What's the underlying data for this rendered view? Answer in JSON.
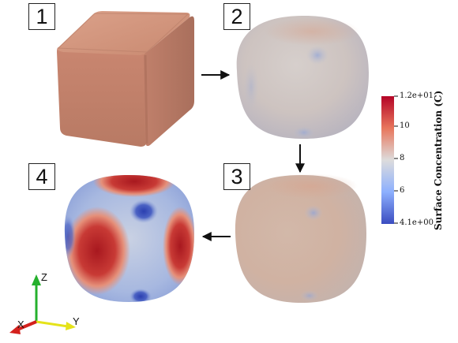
{
  "steps": [
    {
      "label": "1"
    },
    {
      "label": "2"
    },
    {
      "label": "3"
    },
    {
      "label": "4"
    }
  ],
  "colorbar": {
    "title": "Surface Concentration (C)",
    "max_label": "1.2e+01",
    "min_label": "4.1e+00",
    "ticks": [
      "10",
      "8",
      "6"
    ],
    "colors": [
      "#c0282b",
      "#e6735a",
      "#dfd5d1",
      "#93b1e4",
      "#3b4bc3"
    ]
  },
  "axes": {
    "z": "Z",
    "y": "Y",
    "x": "X",
    "colors": {
      "x": "#d4211d",
      "y": "#e5e31a",
      "z": "#25b02d"
    }
  },
  "shape_colors": {
    "cube": "#cc8b73",
    "surface": "#cfc3c0",
    "hot": "#b3262a",
    "cold": "#2f45b8"
  }
}
